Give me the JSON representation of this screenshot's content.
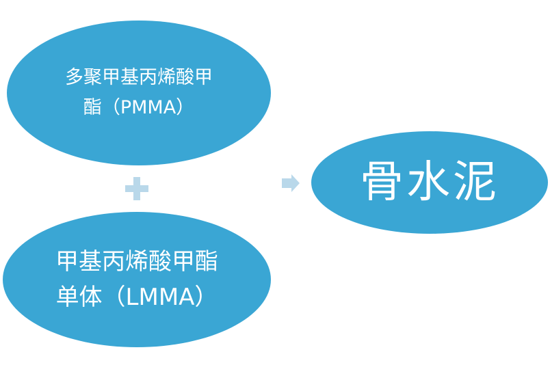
{
  "diagram": {
    "nodes": [
      {
        "id": "pmma",
        "lines": [
          "多聚甲基丙烯酸甲",
          "酯（PMMA）"
        ]
      },
      {
        "id": "lmma",
        "lines": [
          "甲基丙烯酸甲酯",
          "单体（LMMA）"
        ]
      },
      {
        "id": "bone_cement",
        "lines": [
          "骨水泥"
        ]
      }
    ],
    "connectors": [
      {
        "type": "plus-icon",
        "between": [
          "pmma",
          "lmma"
        ]
      },
      {
        "type": "arrow-right-icon",
        "from": "lmma",
        "to": "bone_cement"
      }
    ]
  },
  "colors": {
    "node_fill": "#3aa6d4",
    "node_text": "#ffffff",
    "connector": "#b9d8ea"
  }
}
